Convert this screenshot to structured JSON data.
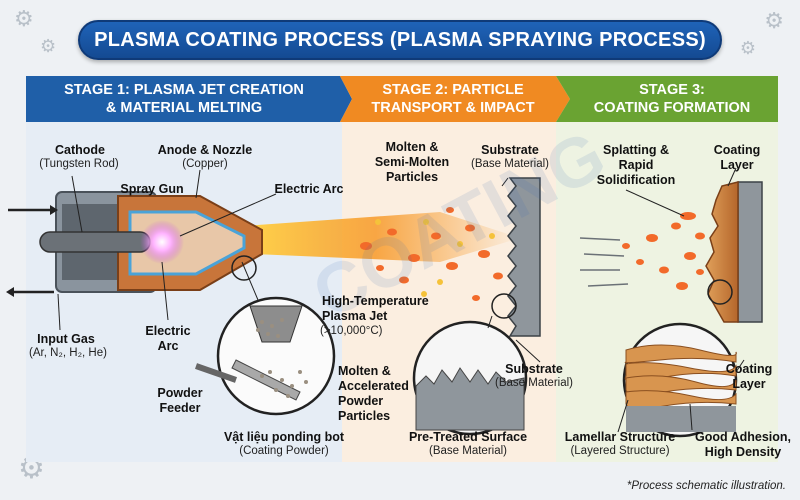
{
  "title": "PLASMA COATING PROCESS (PLASMA SPRAYING PROCESS)",
  "stages": [
    {
      "line1": "STAGE 1: PLASMA JET CREATION",
      "line2": "& MATERIAL MELTING",
      "color": "#1f5fa8"
    },
    {
      "line1": "STAGE 2: PARTICLE",
      "line2": "TRANSPORT & IMPACT",
      "color": "#f08a22"
    },
    {
      "line1": "STAGE 3:",
      "line2": "COATING FORMATION",
      "color": "#6aa332"
    }
  ],
  "labels": {
    "cathode": "Cathode",
    "cathode_sub": "(Tungsten Rod)",
    "anode": "Anode & Nozzle",
    "anode_sub": "(Copper)",
    "spray_gun": "Spray Gun",
    "electric_arc_top": "Electric Arc",
    "electric_arc_bottom_1": "Electric",
    "electric_arc_bottom_2": "Arc",
    "input_gas": "Input Gas",
    "input_gas_sub": "(Ar, N₂, H₂, He)",
    "powder_feeder_1": "Powder",
    "powder_feeder_2": "Feeder",
    "vat_lieu": "Vật liệu ponding bot",
    "vat_lieu_sub": "(Coating Powder)",
    "plasma_jet_1": "High-Temperature",
    "plasma_jet_2": "Plasma Jet",
    "plasma_jet_sub": "(>10,000°C)",
    "molten_particles_1": "Molten &",
    "molten_particles_2": "Semi-Molten",
    "molten_particles_3": "Particles",
    "substrate_top": "Substrate",
    "substrate_top_sub": "(Base Material)",
    "accelerated_1": "Molten &",
    "accelerated_2": "Accelerated",
    "accelerated_3": "Powder",
    "accelerated_4": "Particles",
    "substrate_mid": "Substrate",
    "substrate_mid_sub": "(Base Material)",
    "pretreated": "Pre-Treated Surface",
    "pretreated_sub": "(Base Material)",
    "splatting_1": "Splatting &",
    "splatting_2": "Rapid",
    "splatting_3": "Solidification",
    "coating_layer_top_1": "Coating",
    "coating_layer_top_2": "Layer",
    "coating_layer_mid_1": "Coating",
    "coating_layer_mid_2": "Layer",
    "lamellar": "Lamellar Structure",
    "lamellar_sub": "(Layered Structure)",
    "adhesion_1": "Good Adhesion,",
    "adhesion_2": "High Density"
  },
  "footnote": "*Process schematic illustration."
}
